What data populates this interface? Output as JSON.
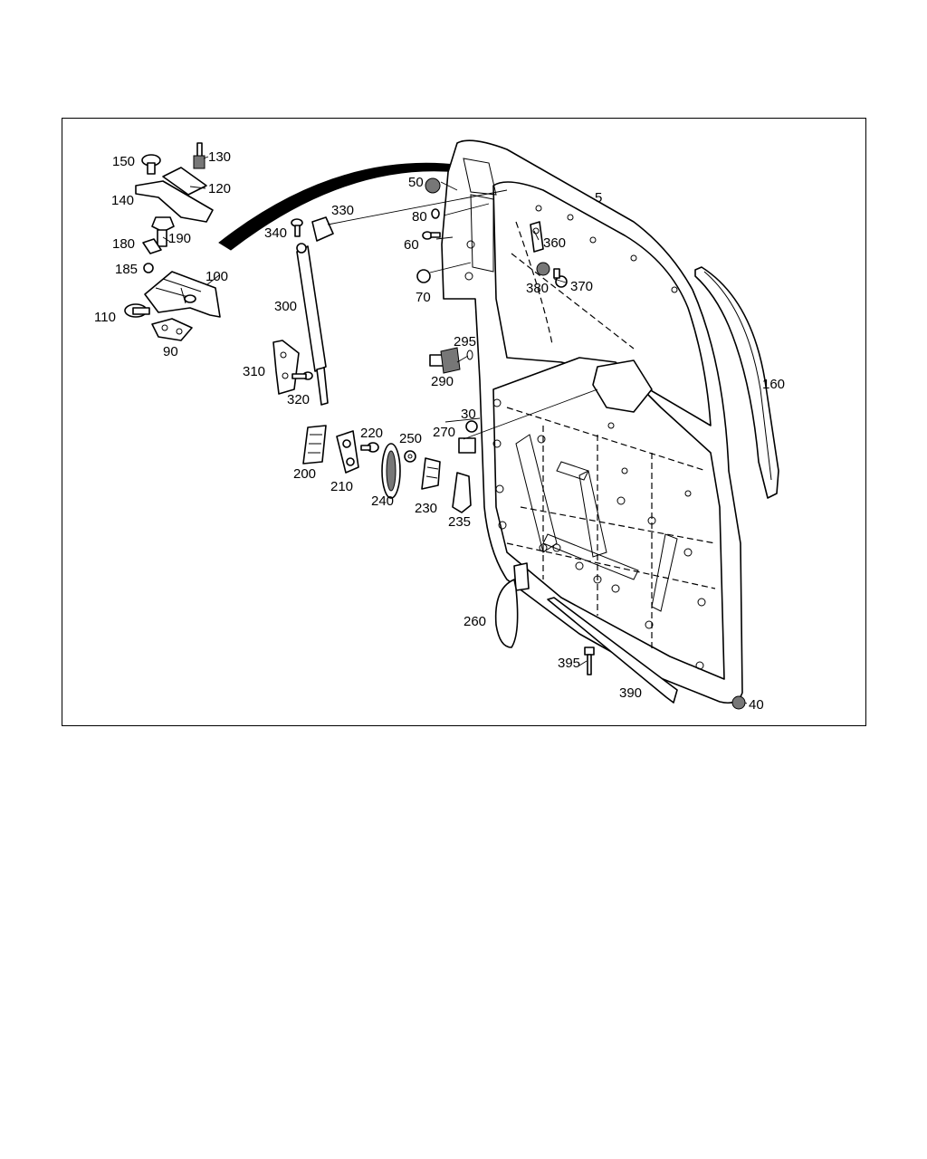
{
  "labels": {
    "l5": "5",
    "l30": "30",
    "l40": "40",
    "l50": "50",
    "l60": "60",
    "l70": "70",
    "l80": "80",
    "l90": "90",
    "l100": "100",
    "l110": "110",
    "l120": "120",
    "l130": "130",
    "l140": "140",
    "l150": "150",
    "l160": "160",
    "l180": "180",
    "l185": "185",
    "l190": "190",
    "l200": "200",
    "l210": "210",
    "l220": "220",
    "l230": "230",
    "l235": "235",
    "l240": "240",
    "l250": "250",
    "l260": "260",
    "l270": "270",
    "l290": "290",
    "l295": "295",
    "l300": "300",
    "l310": "310",
    "l320": "320",
    "l330": "330",
    "l340": "340",
    "l360": "360",
    "l370": "370",
    "l380": "380",
    "l390": "390",
    "l395": "395"
  }
}
